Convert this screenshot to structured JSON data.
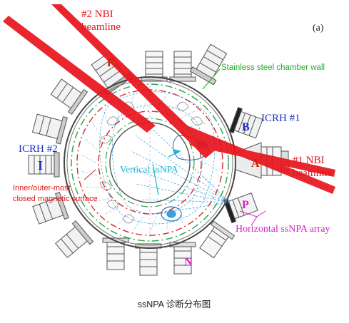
{
  "panel_label": "(a)",
  "labels": {
    "nbi2": [
      "#2 NBI",
      "beamline"
    ],
    "nbi1": [
      "#1 NBI",
      "beamline"
    ],
    "chamber_wall": "Stainless steel chamber wall",
    "icrh1": "ICRH #1",
    "icrh2": "ICRH #2",
    "vertical_ssnpa": "Vertical ssNPA",
    "closed_surface": [
      "Inner/outer-most",
      "closed magnetic surface"
    ],
    "horizontal_ssnpa": "Horizontal ssNPA array"
  },
  "ports": {
    "F": "F",
    "B": "B",
    "A": "A",
    "I": "I",
    "P": "P",
    "N": "N"
  },
  "caption": "ssNPA 诊断分布图",
  "colors": {
    "nbi_beam": "#e8141c",
    "port_label_red": "#cc2200",
    "port_label_blue": "#1a2fbf",
    "port_label_magenta": "#d620c8",
    "chamber_label": "#22b022",
    "vertical_label": "#20b8d0",
    "closed_surface_label": "#d81818",
    "ssnpa_lines": "#3aa0e0",
    "wall_green": "#2fa84f",
    "outer_red_dash": "#d42a2a"
  }
}
